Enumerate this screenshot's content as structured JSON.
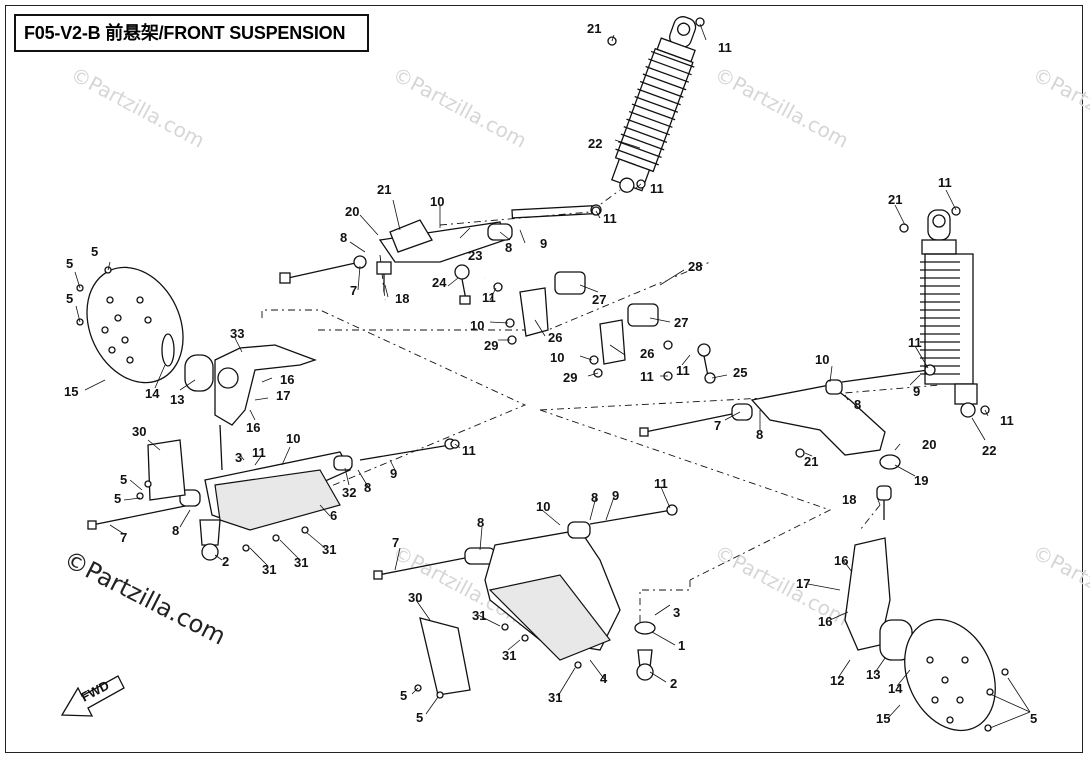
{
  "title": "F05-V2-B 前悬架/FRONT SUSPENSION",
  "watermark": "©Partzilla.com",
  "fwd_label": "FWD",
  "callouts": {
    "n1": "1",
    "n2": "2",
    "n3": "3",
    "n4": "4",
    "n5": "5",
    "n6": "6",
    "n7": "7",
    "n8": "8",
    "n9": "9",
    "n10": "10",
    "n11": "11",
    "n12": "12",
    "n13": "13",
    "n14": "14",
    "n15": "15",
    "n16": "16",
    "n17": "17",
    "n18": "18",
    "n19": "19",
    "n20": "20",
    "n21": "21",
    "n22": "22",
    "n23": "23",
    "n24": "24",
    "n25": "25",
    "n26": "26",
    "n27": "27",
    "n28": "28",
    "n29": "29",
    "n30": "30",
    "n31": "31",
    "n32": "32",
    "n33": "33"
  },
  "colors": {
    "line": "#111111",
    "watermark_light": "#d6d6d6",
    "background": "#ffffff"
  }
}
